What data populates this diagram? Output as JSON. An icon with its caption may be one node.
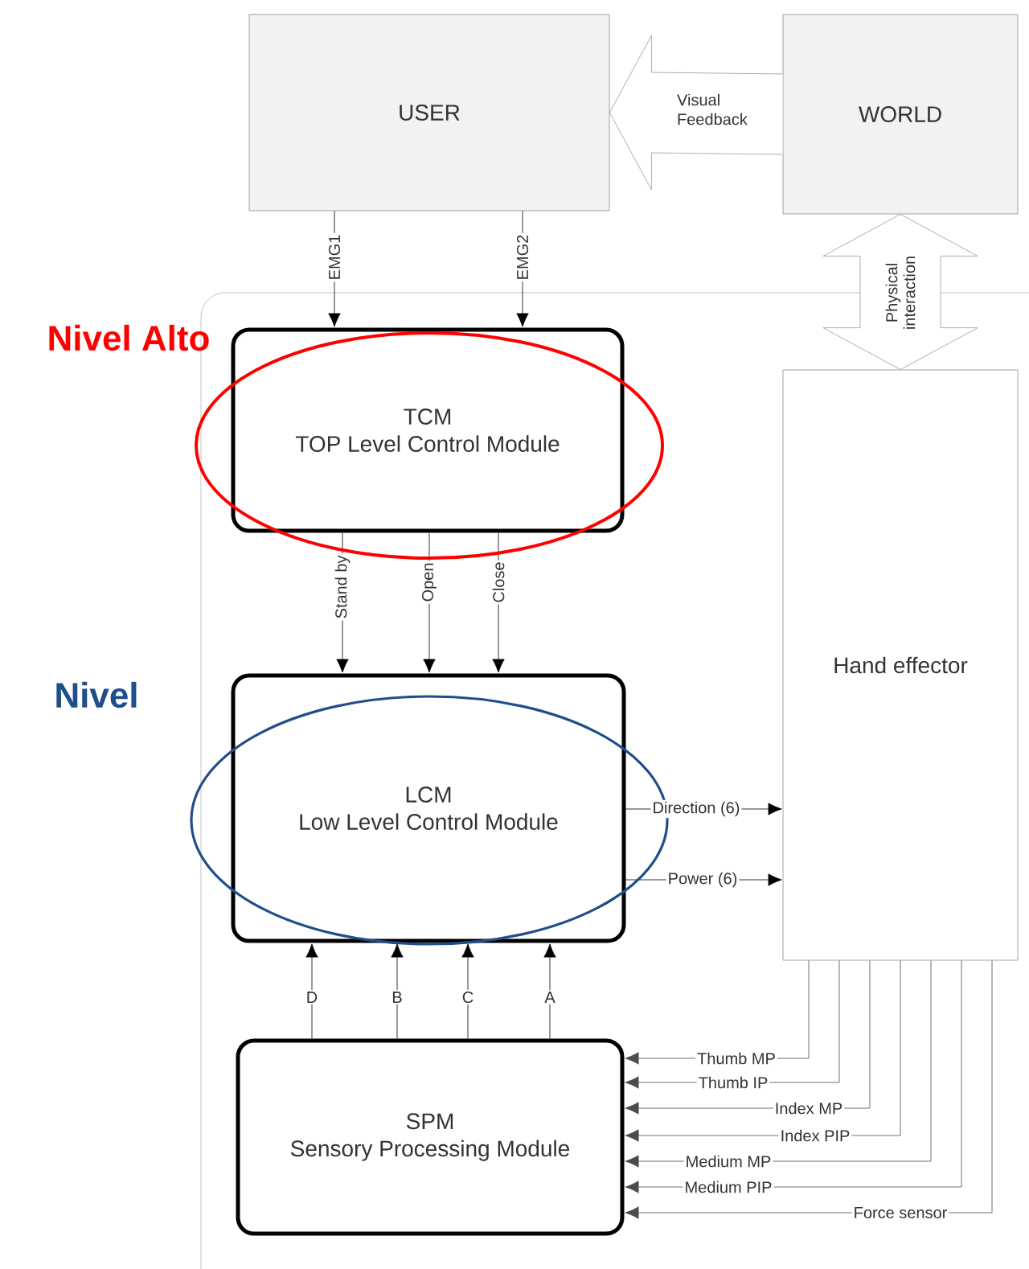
{
  "diagram": {
    "nodes": [
      {
        "text": [
          "USER"
        ]
      },
      {
        "text": [
          "WORLD"
        ]
      },
      {
        "text": [
          "TCM",
          "TOP Level Control Module"
        ]
      },
      {
        "text": [
          "Hand effector"
        ]
      },
      {
        "text": [
          "LCM",
          "Low Level Control Module"
        ]
      },
      {
        "text": [
          "SPM",
          "Sensory Processing Module"
        ]
      }
    ],
    "edges": [
      {
        "from": 1,
        "to": 0,
        "arrow": "to",
        "label": "Visual Feedback",
        "style": "thick"
      },
      {
        "from": 1,
        "to": 3,
        "arrow": "both",
        "label": "Physical interaction",
        "style": "thick"
      },
      {
        "from": 0,
        "to": 2,
        "arrow": "to",
        "label": "EMG1"
      },
      {
        "from": 0,
        "to": 2,
        "arrow": "to",
        "label": "EMG2"
      },
      {
        "from": 2,
        "to": 4,
        "arrow": "to",
        "label": "Stand by"
      },
      {
        "from": 2,
        "to": 4,
        "arrow": "to",
        "label": "Open"
      },
      {
        "from": 2,
        "to": 4,
        "arrow": "to",
        "label": "Close"
      },
      {
        "from": 4,
        "to": 3,
        "arrow": "to",
        "label": "Direction (6)"
      },
      {
        "from": 4,
        "to": 3,
        "arrow": "to",
        "label": "Power (6)"
      },
      {
        "from": 5,
        "to": 4,
        "arrow": "to",
        "label": "D"
      },
      {
        "from": 5,
        "to": 4,
        "arrow": "to",
        "label": "B"
      },
      {
        "from": 5,
        "to": 4,
        "arrow": "to",
        "label": "C"
      },
      {
        "from": 5,
        "to": 4,
        "arrow": "to",
        "label": "A"
      },
      {
        "from": 3,
        "to": 5,
        "arrow": "to",
        "label": "Thumb MP"
      },
      {
        "from": 3,
        "to": 5,
        "arrow": "to",
        "label": "Thumb IP"
      },
      {
        "from": 3,
        "to": 5,
        "arrow": "to",
        "label": "Index MP"
      },
      {
        "from": 3,
        "to": 5,
        "arrow": "to",
        "label": "Index PIP"
      },
      {
        "from": 3,
        "to": 5,
        "arrow": "to",
        "label": "Medium MP"
      },
      {
        "from": 3,
        "to": 5,
        "arrow": "to",
        "label": "Medium PIP"
      },
      {
        "from": 3,
        "to": 5,
        "arrow": "to",
        "label": "Force sensor"
      }
    ],
    "labels": [
      "Nivel Alto",
      "Nivel"
    ]
  }
}
